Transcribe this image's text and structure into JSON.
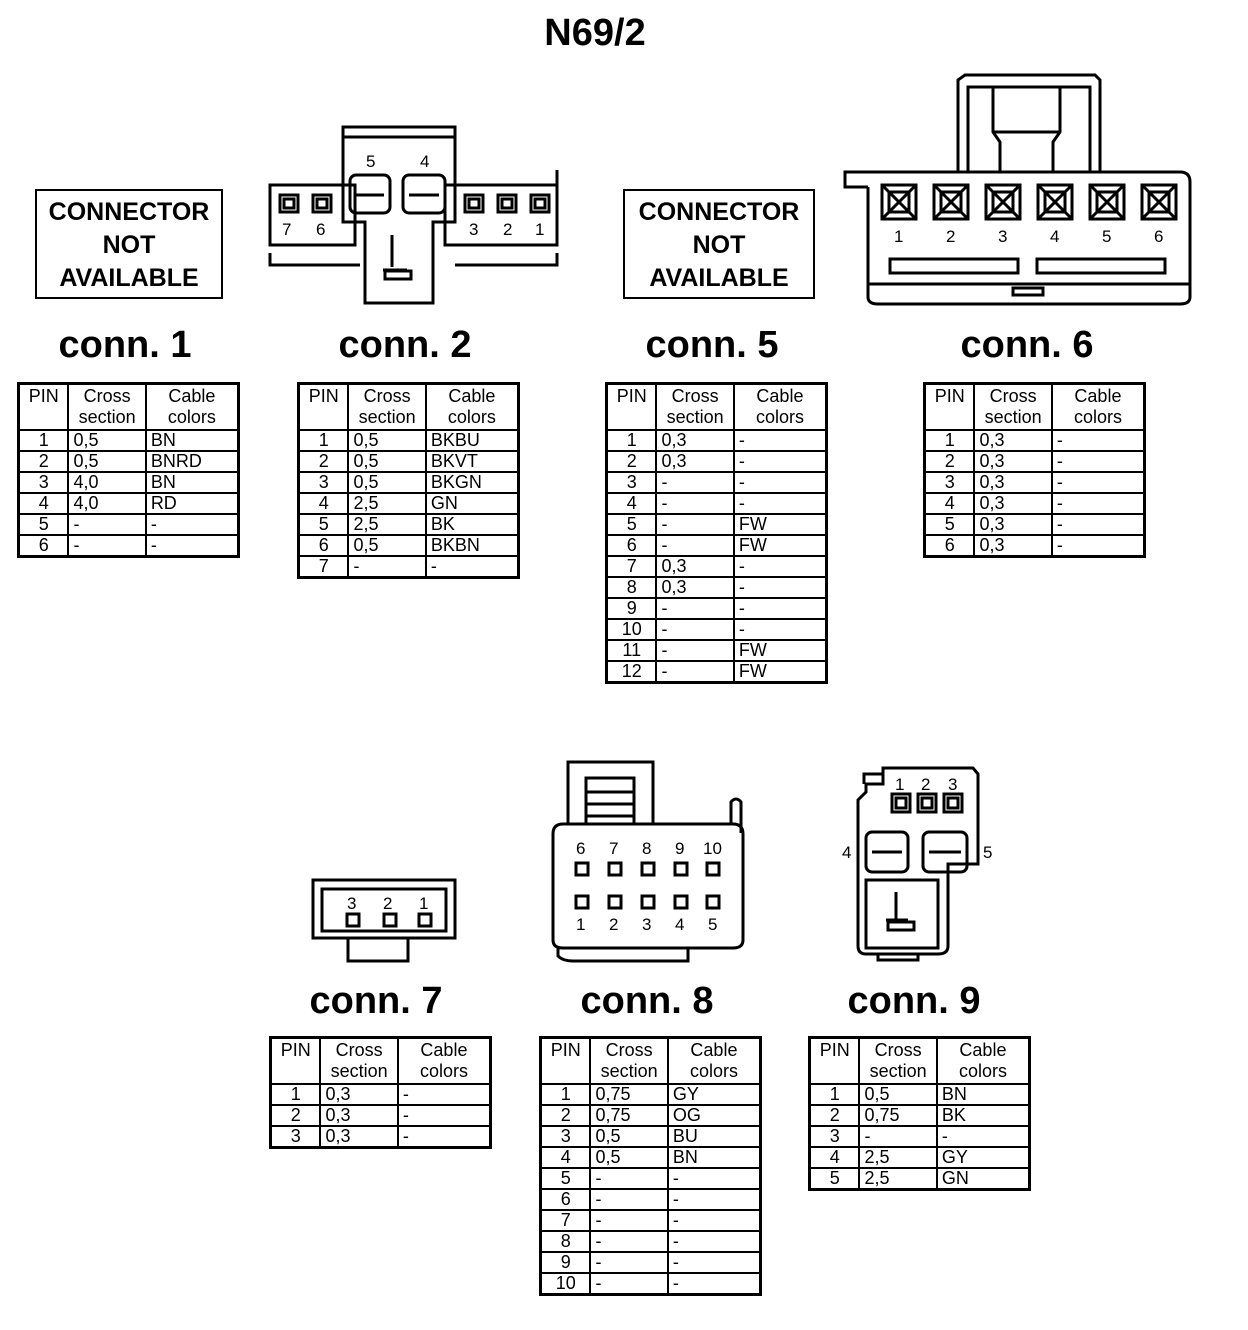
{
  "title": "N69/2",
  "headers": {
    "pin": "PIN",
    "cross_line1": "Cross",
    "cross_line2": "section",
    "color_line1": "Cable",
    "color_line2": "colors"
  },
  "not_available": {
    "line1": "CONNECTOR",
    "line2": "NOT",
    "line3": "AVAILABLE"
  },
  "connectors": [
    {
      "id": "conn1",
      "label": "conn. 1",
      "available": false,
      "rows": [
        [
          "1",
          "0,5",
          "BN"
        ],
        [
          "2",
          "0,5",
          "BNRD"
        ],
        [
          "3",
          "4,0",
          "BN"
        ],
        [
          "4",
          "4,0",
          "RD"
        ],
        [
          "5",
          "-",
          "-"
        ],
        [
          "6",
          "-",
          "-"
        ]
      ]
    },
    {
      "id": "conn2",
      "label": "conn. 2",
      "available": true,
      "pin_labels": [
        "7",
        "6",
        "5",
        "4",
        "3",
        "2",
        "1"
      ],
      "rows": [
        [
          "1",
          "0,5",
          "BKBU"
        ],
        [
          "2",
          "0,5",
          "BKVT"
        ],
        [
          "3",
          "0,5",
          "BKGN"
        ],
        [
          "4",
          "2,5",
          "GN"
        ],
        [
          "5",
          "2,5",
          "BK"
        ],
        [
          "6",
          "0,5",
          "BKBN"
        ],
        [
          "7",
          "-",
          "-"
        ]
      ]
    },
    {
      "id": "conn5",
      "label": "conn. 5",
      "available": false,
      "rows": [
        [
          "1",
          "0,3",
          "-"
        ],
        [
          "2",
          "0,3",
          "-"
        ],
        [
          "3",
          "-",
          "-"
        ],
        [
          "4",
          "-",
          "-"
        ],
        [
          "5",
          "-",
          "FW"
        ],
        [
          "6",
          "-",
          "FW"
        ],
        [
          "7",
          "0,3",
          "-"
        ],
        [
          "8",
          "0,3",
          "-"
        ],
        [
          "9",
          "-",
          "-"
        ],
        [
          "10",
          "-",
          "-"
        ],
        [
          "11",
          "-",
          "FW"
        ],
        [
          "12",
          "-",
          "FW"
        ]
      ]
    },
    {
      "id": "conn6",
      "label": "conn. 6",
      "available": true,
      "pin_labels": [
        "1",
        "2",
        "3",
        "4",
        "5",
        "6"
      ],
      "rows": [
        [
          "1",
          "0,3",
          "-"
        ],
        [
          "2",
          "0,3",
          "-"
        ],
        [
          "3",
          "0,3",
          "-"
        ],
        [
          "4",
          "0,3",
          "-"
        ],
        [
          "5",
          "0,3",
          "-"
        ],
        [
          "6",
          "0,3",
          "-"
        ]
      ]
    },
    {
      "id": "conn7",
      "label": "conn. 7",
      "available": true,
      "pin_labels": [
        "3",
        "2",
        "1"
      ],
      "rows": [
        [
          "1",
          "0,3",
          "-"
        ],
        [
          "2",
          "0,3",
          "-"
        ],
        [
          "3",
          "0,3",
          "-"
        ]
      ]
    },
    {
      "id": "conn8",
      "label": "conn. 8",
      "available": true,
      "pin_labels": [
        "6",
        "7",
        "8",
        "9",
        "10",
        "1",
        "2",
        "3",
        "4",
        "5"
      ],
      "rows": [
        [
          "1",
          "0,75",
          "GY"
        ],
        [
          "2",
          "0,75",
          "OG"
        ],
        [
          "3",
          "0,5",
          "BU"
        ],
        [
          "4",
          "0,5",
          "BN"
        ],
        [
          "5",
          "-",
          "-"
        ],
        [
          "6",
          "-",
          "-"
        ],
        [
          "7",
          "-",
          "-"
        ],
        [
          "8",
          "-",
          "-"
        ],
        [
          "9",
          "-",
          "-"
        ],
        [
          "10",
          "-",
          "-"
        ]
      ]
    },
    {
      "id": "conn9",
      "label": "conn. 9",
      "available": true,
      "pin_labels": [
        "1",
        "2",
        "3",
        "4",
        "5"
      ],
      "rows": [
        [
          "1",
          "0,5",
          "BN"
        ],
        [
          "2",
          "0,75",
          "BK"
        ],
        [
          "3",
          "-",
          "-"
        ],
        [
          "4",
          "2,5",
          "GY"
        ],
        [
          "5",
          "2,5",
          "GN"
        ]
      ]
    }
  ]
}
